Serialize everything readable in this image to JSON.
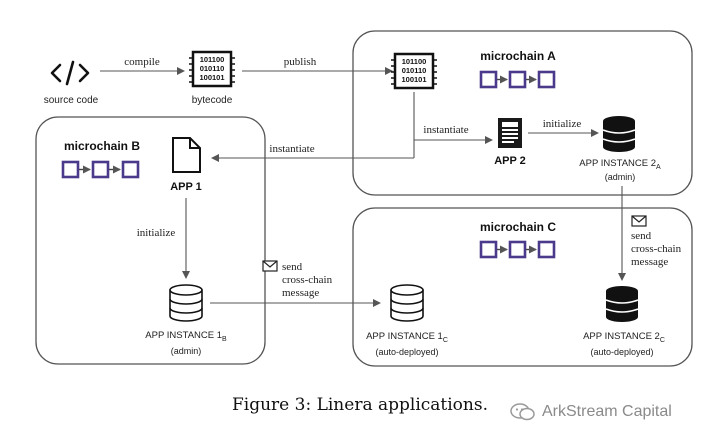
{
  "labels": {
    "source_code": "source code",
    "bytecode": "bytecode",
    "compile": "compile",
    "publish": "publish",
    "instantiate_a": "instantiate",
    "instantiate_b": "instantiate",
    "initialize_a": "initialize",
    "initialize_b": "initialize",
    "send_line1": "send",
    "send_line2": "cross-chain",
    "send_line3": "message",
    "app1": "APP 1",
    "app2": "APP 2",
    "microchain_a": "microchain A",
    "microchain_b": "microchain B",
    "microchain_c": "microchain C",
    "inst_2a": "APP INSTANCE 2",
    "inst_2a_sub": "A",
    "inst_1b": "APP INSTANCE 1",
    "inst_1b_sub": "B",
    "inst_1c": "APP INSTANCE 1",
    "inst_1c_sub": "C",
    "inst_2c": "APP INSTANCE 2",
    "inst_2c_sub": "C",
    "admin_a": "(admin)",
    "admin_b": "(admin)",
    "auto_1c": "(auto-deployed)",
    "auto_2c": "(auto-deployed)",
    "bits_row1": "101100",
    "bits_row2": "010110",
    "bits_row3": "100101"
  },
  "caption": "Figure 3: Linera applications.",
  "watermark": "ArkStream Capital",
  "colors": {
    "chain_block": "#4b3a8c",
    "line": "#444444",
    "box_border": "#555555"
  }
}
